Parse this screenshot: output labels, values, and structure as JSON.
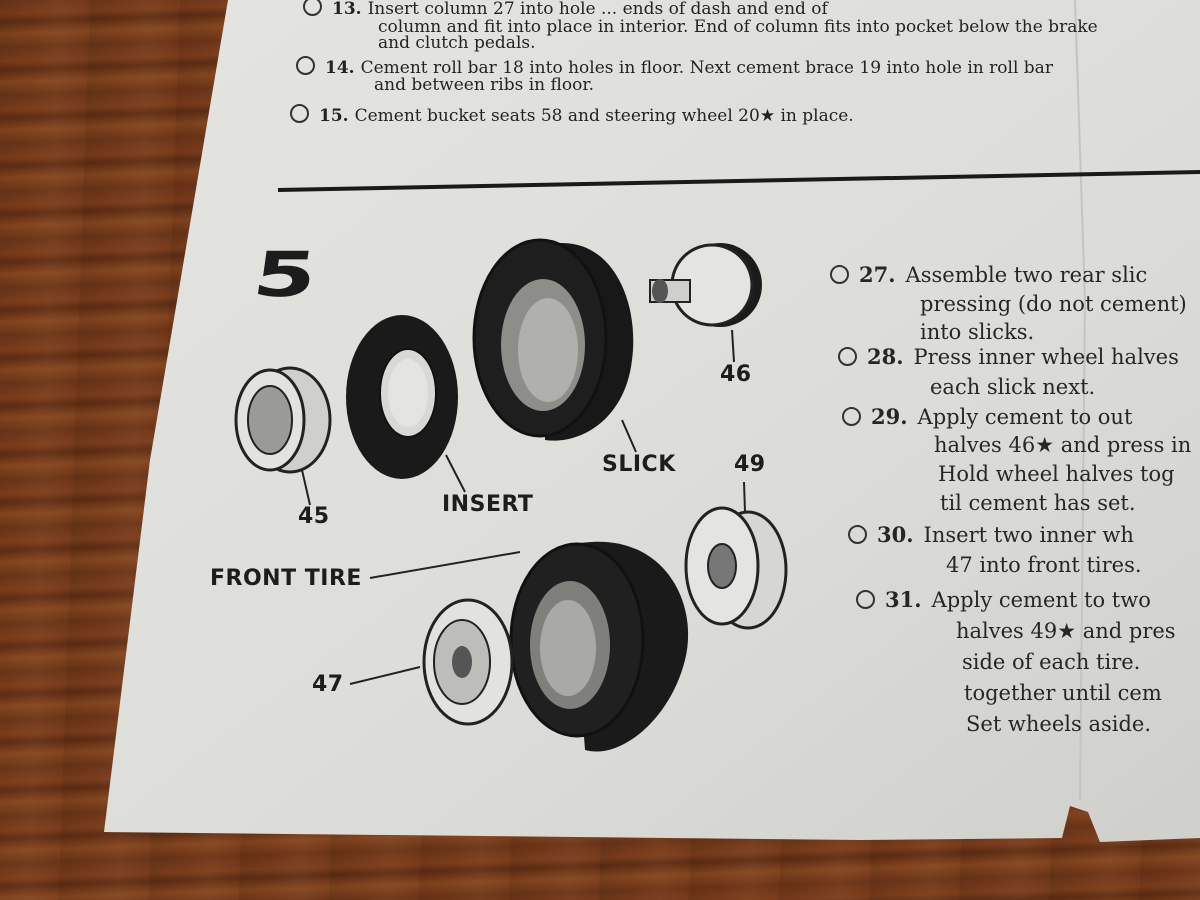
{
  "top_steps": [
    {
      "num": "13.",
      "lines": [
        "Insert column 27 into hole ... ends of dash and end of",
        "column and fit into place in interior. End of column fits into pocket below the brake",
        "and clutch pedals."
      ]
    },
    {
      "num": "14.",
      "lines": [
        "Cement roll bar 18 into holes in floor. Next cement brace 19 into hole in roll bar",
        "and between ribs in floor."
      ]
    },
    {
      "num": "15.",
      "lines": [
        "Cement bucket seats 58 and steering wheel 20★ in place."
      ]
    }
  ],
  "section_number": "5",
  "labels": {
    "part_46": "46",
    "part_45": "45",
    "part_49": "49",
    "part_47": "47",
    "slick": "SLICK",
    "insert": "INSERT",
    "front_tire": "FRONT TIRE"
  },
  "right_steps": [
    {
      "num": "27.",
      "lines": [
        "Assemble two rear slic",
        "pressing (do not cement)",
        "into slicks."
      ]
    },
    {
      "num": "28.",
      "lines": [
        "Press inner wheel halves",
        "each slick next."
      ]
    },
    {
      "num": "29.",
      "lines": [
        "Apply cement to out",
        "halves 46★ and press in",
        "Hold wheel halves tog",
        "til cement has set."
      ]
    },
    {
      "num": "30.",
      "lines": [
        "Insert two inner wh",
        "47 into front tires."
      ]
    },
    {
      "num": "31.",
      "lines": [
        "Apply cement to two",
        "halves 49★ and pres",
        "side of each tire.",
        "together until cem",
        "Set wheels aside."
      ]
    }
  ]
}
